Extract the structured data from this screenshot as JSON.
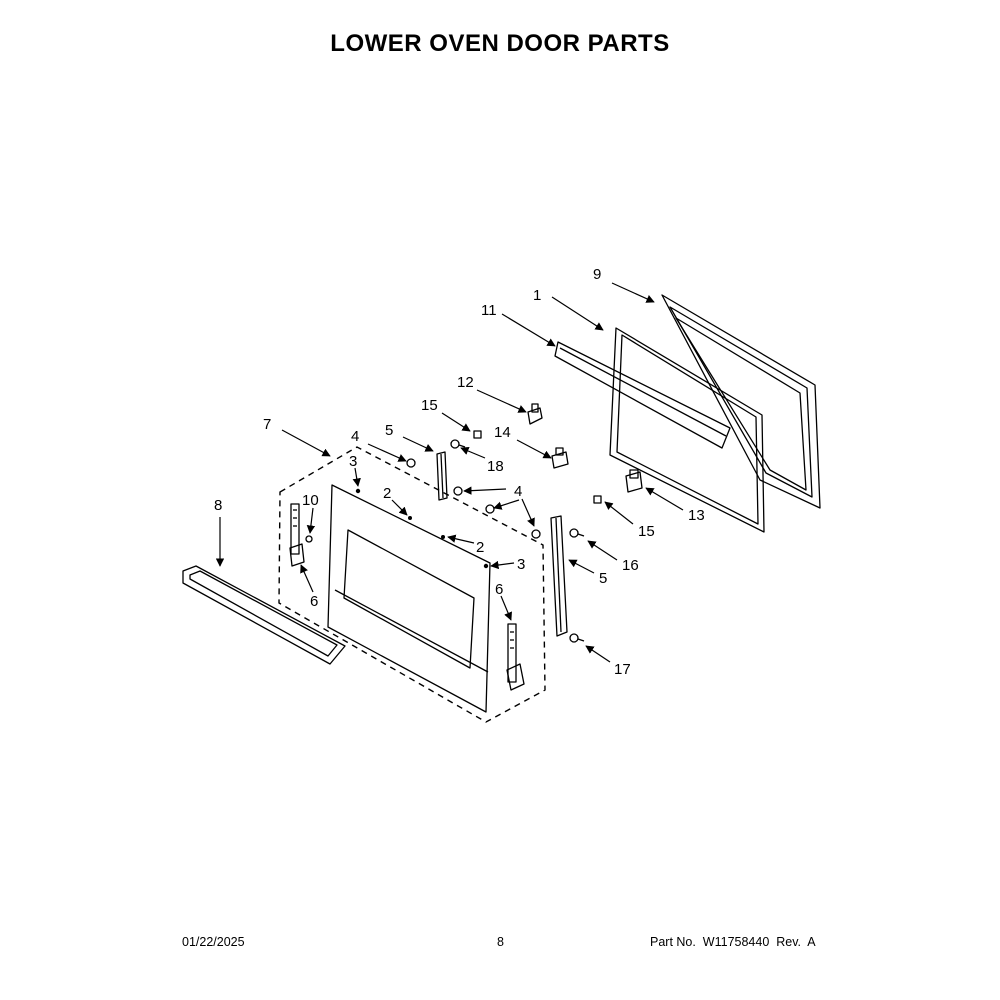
{
  "page": {
    "title": "LOWER OVEN DOOR PARTS",
    "date": "01/22/2025",
    "page_number": "8",
    "part_info": "Part No.  W11758440  Rev.  A"
  },
  "callouts": {
    "c1": "1",
    "c2a": "2",
    "c2b": "2",
    "c3a": "3",
    "c3b": "3",
    "c4a": "4",
    "c4b": "4",
    "c5a": "5",
    "c5b": "5",
    "c6a": "6",
    "c6b": "6",
    "c7": "7",
    "c8": "8",
    "c9": "9",
    "c10": "10",
    "c11": "11",
    "c12": "12",
    "c13": "13",
    "c14": "14",
    "c15a": "15",
    "c15b": "15",
    "c16": "16",
    "c17": "17",
    "c18": "18"
  }
}
